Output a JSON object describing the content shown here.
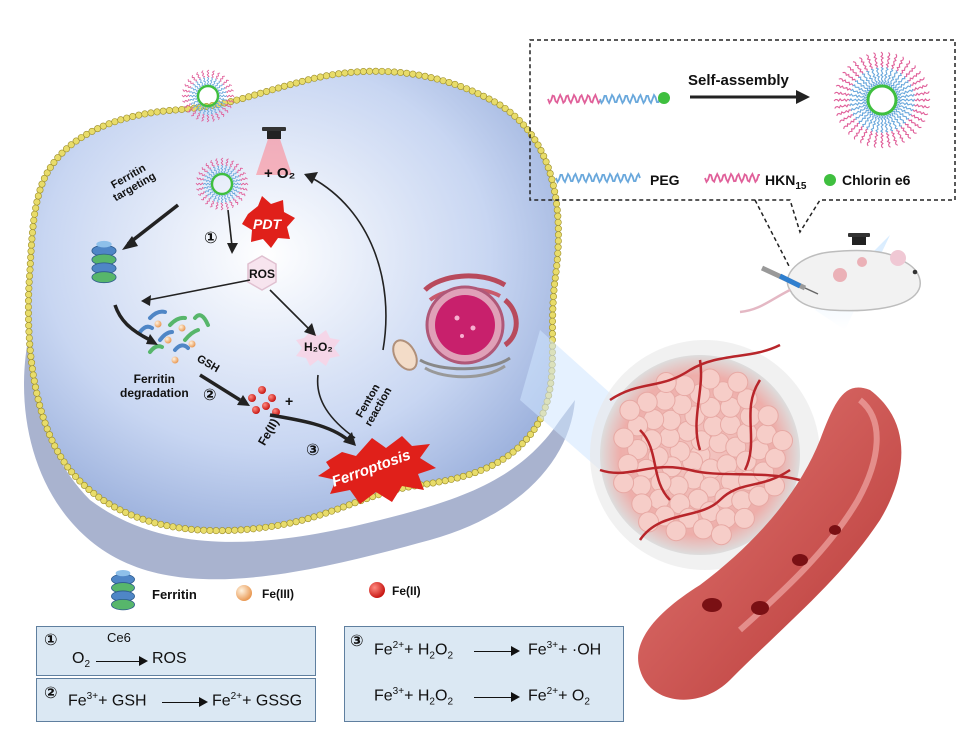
{
  "cell": {
    "ferritin_targeting": "Ferritin\ntargeting",
    "pdt": "PDT",
    "step1": "①",
    "ros": "ROS",
    "o2": "+ O₂",
    "h2o2": "H₂O₂",
    "gsh": "GSH",
    "ferritin_degradation": "Ferritin\ndegradation",
    "step2": "②",
    "plus": "+",
    "fe2": "Fe(II)",
    "fenton": "Fenton\nreaction",
    "step3": "③",
    "ferroptosis": "Ferroptosis"
  },
  "assembly_box": {
    "self_assembly": "Self-assembly",
    "peg": "PEG",
    "hkn": "HKN",
    "hkn_sub": "15",
    "chlorin": "Chlorin e6"
  },
  "legend": {
    "ferritin": "Ferritin",
    "fe3": "Fe(III)",
    "fe2": "Fe(II)"
  },
  "equations": {
    "eq1": {
      "num": "①",
      "catalyst": "Ce6",
      "left": "O",
      "left_sub": "2",
      "right": "ROS"
    },
    "eq2": {
      "num": "②",
      "left": "Fe",
      "left_sup": "3+",
      "left_rest": "+ GSH",
      "right": "Fe",
      "right_sup": "2+",
      "right_rest": "+ GSSG"
    },
    "eq3a": {
      "num": "③",
      "left": "Fe",
      "left_sup": "2+",
      "left_mid": "+ H",
      "left_sub": "2",
      "left_end": "O",
      "left_sub2": "2",
      "right": "Fe",
      "right_sup": "3+",
      "right_rest": "+ ·OH"
    },
    "eq3b": {
      "left": "Fe",
      "left_sup": "3+",
      "left_mid": "+ H",
      "left_sub": "2",
      "left_end": "O",
      "left_sub2": "2",
      "right": "Fe",
      "right_sup": "2+",
      "right_rest": "+ O",
      "right_sub": "2"
    }
  },
  "colors": {
    "cell_fill": "#c9d6f0",
    "membrane": "#e8dc6a",
    "peg": "#6aa8dc",
    "hkn": "#e0609a",
    "chlorin": "#3fbf3f",
    "fe3": "#f0b070",
    "fe2": "#e0201a",
    "ferroptosis": "#e0201a",
    "tumor": "#f0b4b0",
    "vessel": "#c8403c"
  }
}
